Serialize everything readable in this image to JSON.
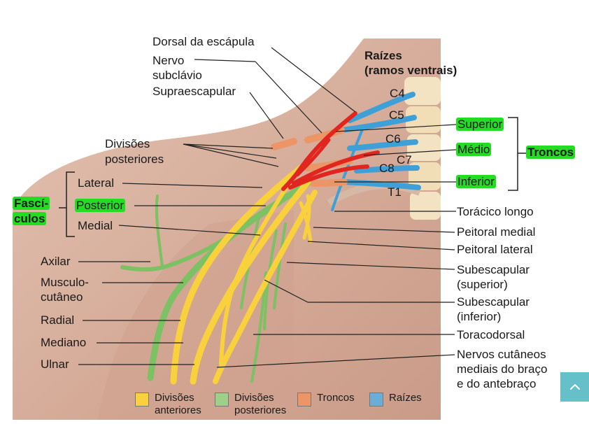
{
  "labels": {
    "dorsal_escapula": "Dorsal da escápula",
    "nervo": "Nervo",
    "subclavio": "subclávio",
    "supraescapular": "Supraescapular",
    "raizes": "Raízes",
    "ramos_ventrais": "(ramos ventrais)",
    "c4": "C4",
    "c5": "C5",
    "c6": "C6",
    "c7": "C7",
    "c8": "C8",
    "t1": "T1",
    "superior": "Superior",
    "medio": "Médio",
    "inferior": "Inferior",
    "troncos": "Troncos",
    "divisoes": "Divisões",
    "posteriores": "posteriores",
    "lateral": "Lateral",
    "posterior": "Posterior",
    "medial": "Medial",
    "fasci": "Fascí-",
    "culos": "culos",
    "toracico_longo": "Torácico longo",
    "peitoral_medial": "Peitoral medial",
    "peitoral_lateral": "Peitoral lateral",
    "subescapular_1": "Subescapular",
    "superior_paren": "(superior)",
    "subescapular_2": "Subescapular",
    "inferior_paren": "(inferior)",
    "toracodorsal": "Toracodorsal",
    "cutaneos_1": "Nervos cutâneos",
    "cutaneos_2": "mediais do braço",
    "cutaneos_3": "e do antebraço",
    "axilar": "Axilar",
    "musculo": "Musculo-",
    "cutaneo": "cutâneo",
    "radial": "Radial",
    "mediano": "Mediano",
    "ulnar": "Ulnar"
  },
  "legend": [
    {
      "line1": "Divisões",
      "line2": "anteriores",
      "color": "#f9d13c"
    },
    {
      "line1": "Divisões",
      "line2": "posteriores",
      "color": "#9ed08a"
    },
    {
      "line1": "Troncos",
      "line2": "",
      "color": "#ec9668"
    },
    {
      "line1": "Raízes",
      "line2": "",
      "color": "#6aaed8"
    }
  ],
  "colors": {
    "highlight": "#22dd22",
    "anterior_division": "#f9d13c",
    "posterior_division": "#7cc163",
    "trunk": "#ec9668",
    "root": "#3fa0d8",
    "annotation_red": "#e0261f",
    "skin": "#d8b09c",
    "scroll_button": "#66c0ca"
  },
  "scroll_button_icon": "chevron-up-icon"
}
